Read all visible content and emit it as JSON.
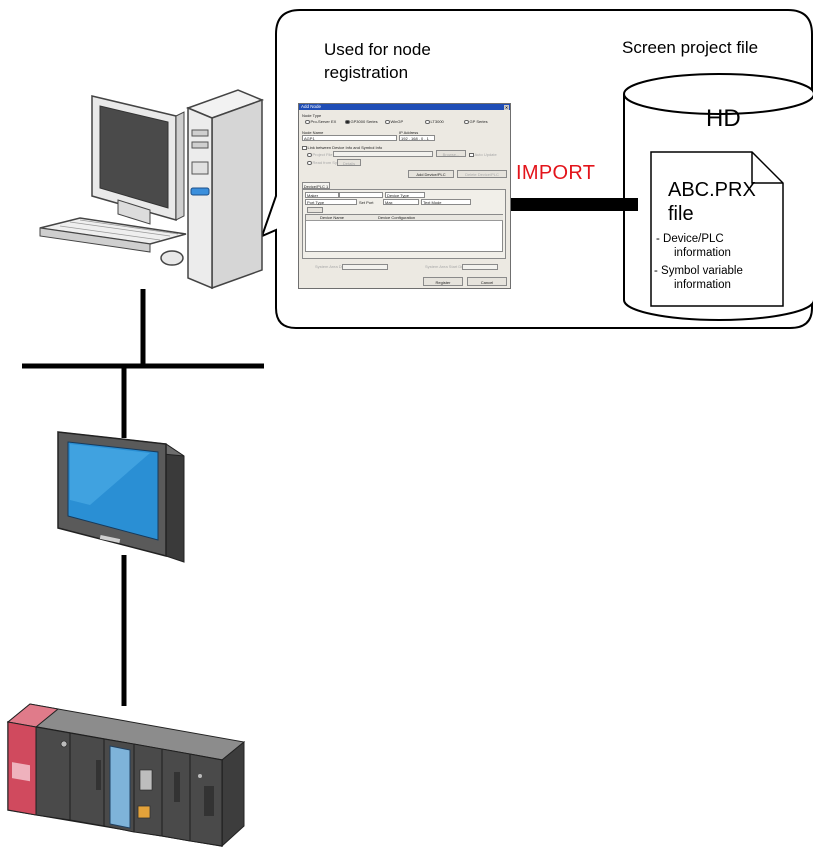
{
  "labels": {
    "node_registration": "Used for node registration",
    "screen_project_file": "Screen project file",
    "hd": "HD",
    "import": "IMPORT",
    "abc_prx_line1": "ABC.PRX",
    "abc_prx_line2": "file",
    "device_plc_line1": "- Device/PLC",
    "device_plc_line2": "information",
    "symbol_line1": "- Symbol variable",
    "symbol_line2": "information"
  },
  "colors": {
    "import_text": "#e3141b",
    "arrow": "#000000",
    "callout_border": "#000000"
  },
  "icons": {
    "pc": "desktop-pc-icon",
    "hmi": "touch-panel-display-icon",
    "plc": "plc-rack-icon",
    "storage": "hard-disk-cylinder-icon",
    "file": "document-icon"
  },
  "dialog": {
    "title": "Add Node",
    "node_type_label": "Node Type",
    "node_types": [
      "Pro-Server EX",
      "GP3000 Series",
      "WinGP",
      "LT3000",
      "GP Series"
    ],
    "node_name_label": "Node Name",
    "node_name_value": "AGP1",
    "ip_label": "IP Address",
    "ip_value": "192 . 168 .  0  .  1",
    "link_label": "Link between Device Info and Symbol Info",
    "project_file": "Project File",
    "browse": "Browse...",
    "auto_update": "Auto Update",
    "read_system": "Read from System",
    "details": "Details",
    "add_device_plc": "Add Device/PLC",
    "delete_device_plc": "Delete Device/PLC",
    "tab": "Device/PLC 1",
    "maker": "Maker",
    "device_type": "Device Type",
    "port_type": "Port Type",
    "set_port": "Set Port",
    "max": "Max",
    "text_mode": "Text Mode",
    "col_device_name": "Device Name",
    "col_device_config": "Device Configuration",
    "system_area_device": "System Area Device",
    "system_area_start": "System Area Start Device",
    "register": "Register",
    "cancel": "Cancel"
  }
}
